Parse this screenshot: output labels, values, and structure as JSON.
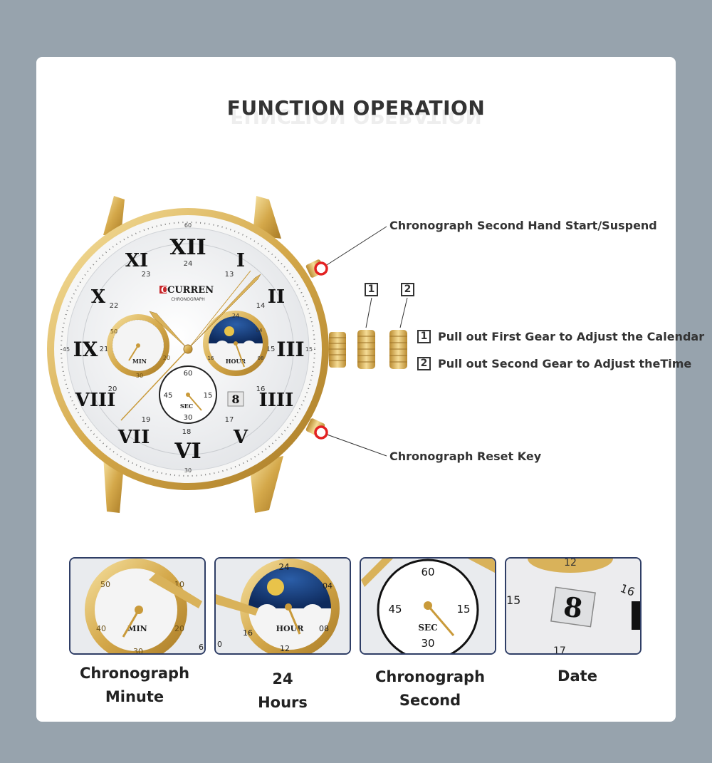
{
  "title": "FUNCTION OPERATION",
  "callouts": {
    "top_pusher": "Chronograph Second Hand Start/Suspend",
    "bottom_pusher": "Chronograph Reset Key",
    "gear1": "Pull out First Gear to Adjust the Calendar",
    "gear2": "Pull out Second Gear to Adjust theTime",
    "gear1_num": "1",
    "gear2_num": "2"
  },
  "watch": {
    "brand": "CURREN",
    "brand_sub": "CHRONOGRAPH",
    "roman": [
      "XII",
      "I",
      "II",
      "III",
      "IIII",
      "V",
      "VI",
      "VII",
      "VIII",
      "IX",
      "X",
      "XI"
    ],
    "hour24": [
      "24",
      "13",
      "14",
      "15",
      "16",
      "17",
      "18",
      "19",
      "20",
      "21",
      "22",
      "23"
    ],
    "minute_marks": [
      "60",
      "15",
      "30",
      "45"
    ],
    "subdials": {
      "min_label": "MIN",
      "min_nums": [
        "50",
        "30",
        "20"
      ],
      "hour_label": "HOUR",
      "hour_nums": [
        "24",
        "04",
        "08",
        "16"
      ],
      "sec_label": "SEC",
      "sec_nums": [
        "60",
        "15",
        "30",
        "45"
      ]
    },
    "date": "8"
  },
  "thumbnails": [
    {
      "caption_line1": "Chronograph",
      "caption_line2": "Minute"
    },
    {
      "caption_line1": "24",
      "caption_line2": "Hours"
    },
    {
      "caption_line1": "Chronograph",
      "caption_line2": "Second"
    },
    {
      "caption_line1": "Date",
      "caption_line2": ""
    }
  ],
  "thumb_text": {
    "min": "MIN",
    "min_50": "50",
    "min_30": "30",
    "min_20": "20",
    "min_40": "40",
    "min_10": "10",
    "min_6": "6",
    "hour": "HOUR",
    "hour_24": "24",
    "hour_04": "04",
    "hour_08": "08",
    "hour_12": "12",
    "hour_16": "16",
    "hour_0": "0",
    "sec": "SEC",
    "sec_60": "60",
    "sec_15": "15",
    "sec_30": "30",
    "sec_45": "45",
    "date_12": "12",
    "date_15": "15",
    "date_16": "16",
    "date_17": "17",
    "date_val": "8"
  },
  "colors": {
    "background": "#97a3ad",
    "card": "#ffffff",
    "gold": "#d9b25a",
    "navy_border": "#2f3e66",
    "red_marker": "#e32222"
  }
}
